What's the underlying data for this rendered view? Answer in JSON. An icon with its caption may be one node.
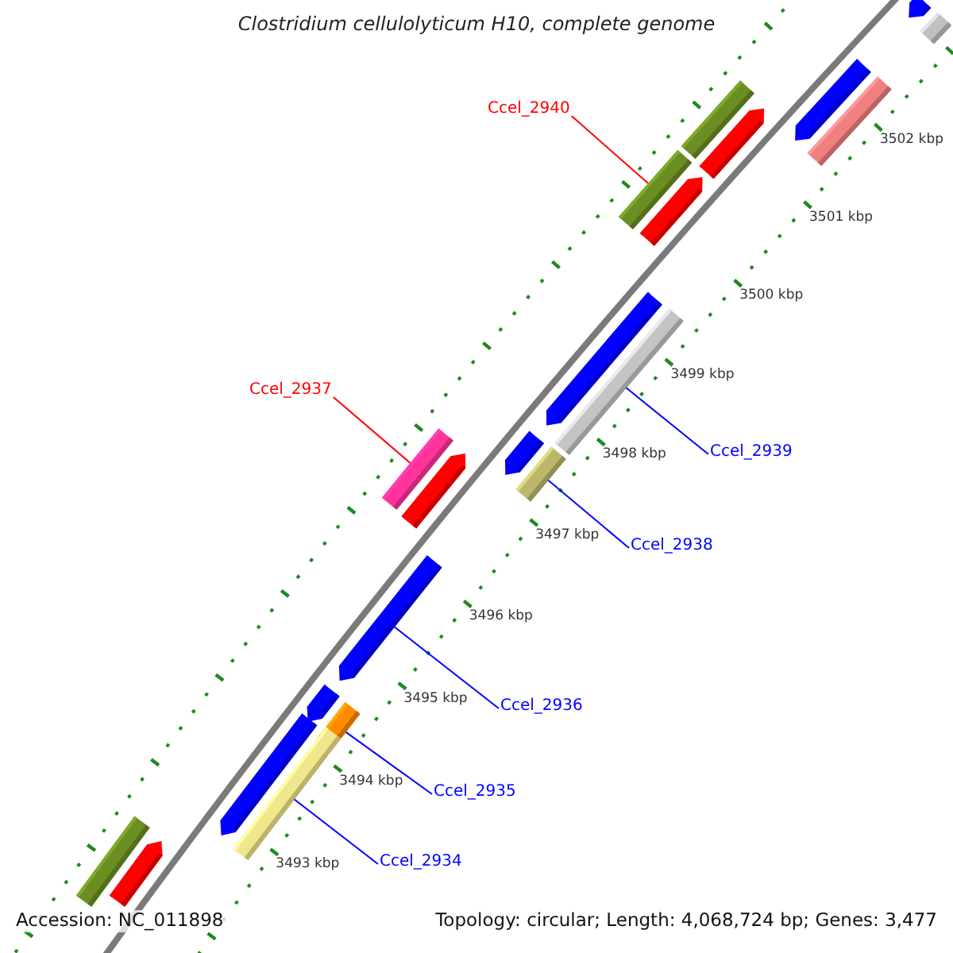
{
  "diagram": {
    "title": "Clostridium cellulolyticum H10, complete genome",
    "nodes": [
      {
        "text": [
          "Ccel_2940"
        ]
      },
      {
        "text": [
          "Ccel_2937"
        ]
      },
      {
        "text": [
          "Ccel_2939"
        ]
      },
      {
        "text": [
          "Ccel_2938"
        ]
      },
      {
        "text": [
          "Ccel_2936"
        ]
      },
      {
        "text": [
          "Ccel_2935"
        ]
      },
      {
        "text": [
          "Ccel_2934"
        ]
      },
      {
        "text": [],
        "shape": "bar"
      },
      {
        "text": [],
        "shape": "bar"
      },
      {
        "text": [],
        "shape": "bar"
      },
      {
        "text": [],
        "shape": "bar"
      },
      {
        "text": [],
        "shape": "arrow"
      },
      {
        "text": [],
        "shape": "bar"
      },
      {
        "text": [],
        "shape": "bar"
      },
      {
        "text": [],
        "shape": "arrow"
      },
      {
        "text": [],
        "shape": "bar"
      },
      {
        "text": [],
        "shape": "arrow"
      },
      {
        "text": [],
        "shape": "bar"
      },
      {
        "text": [],
        "shape": "bar"
      },
      {
        "text": [],
        "shape": "arrow"
      },
      {
        "text": [],
        "shape": "arrow"
      },
      {
        "text": [],
        "shape": "arrow"
      },
      {
        "text": [],
        "shape": "arrow"
      },
      {
        "text": [],
        "shape": "arrow"
      },
      {
        "text": [],
        "shape": "arrow"
      },
      {
        "text": [],
        "shape": "arrow"
      },
      {
        "text": [],
        "shape": "bar"
      },
      {
        "text": [],
        "shape": "arrow"
      }
    ],
    "edges": [
      {
        "from": 0,
        "to": 7,
        "arrow": "none",
        "color": "#ff0000"
      },
      {
        "from": 1,
        "to": 8,
        "arrow": "none",
        "color": "#ff0000"
      },
      {
        "from": 2,
        "to": 9,
        "arrow": "none"
      },
      {
        "from": 3,
        "to": 10,
        "arrow": "none"
      },
      {
        "from": 4,
        "to": 11,
        "arrow": "none"
      },
      {
        "from": 5,
        "to": 12,
        "arrow": "none"
      },
      {
        "from": 6,
        "to": 13,
        "arrow": "none"
      }
    ],
    "labels": [
      "3502 kbp",
      "3501 kbp",
      "3500 kbp",
      "3499 kbp",
      "3498 kbp",
      "3497 kbp",
      "3496 kbp",
      "3495 kbp",
      "3494 kbp",
      "3493 kbp",
      "Accession: NC_011898",
      "Topology: circular; Length: 4,068,724 bp; Genes: 3,477"
    ]
  }
}
